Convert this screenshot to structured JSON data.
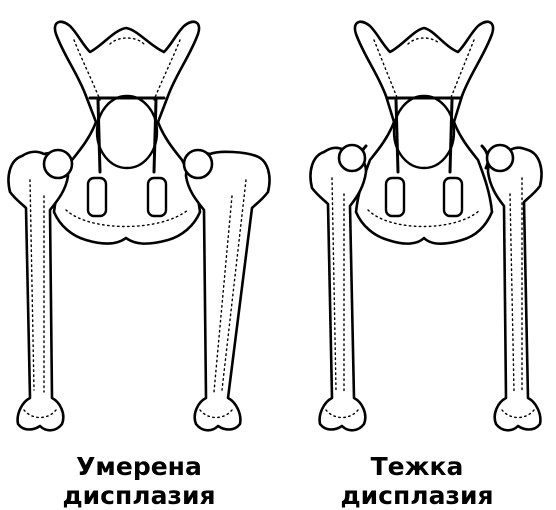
{
  "figures": [
    {
      "id": "moderate",
      "caption_line1": "Умерена",
      "caption_line2": "дисплазия"
    },
    {
      "id": "severe",
      "caption_line1": "Тежка",
      "caption_line2": "дисплазия"
    }
  ],
  "colors": {
    "ink": "#000000",
    "background": "#ffffff"
  }
}
